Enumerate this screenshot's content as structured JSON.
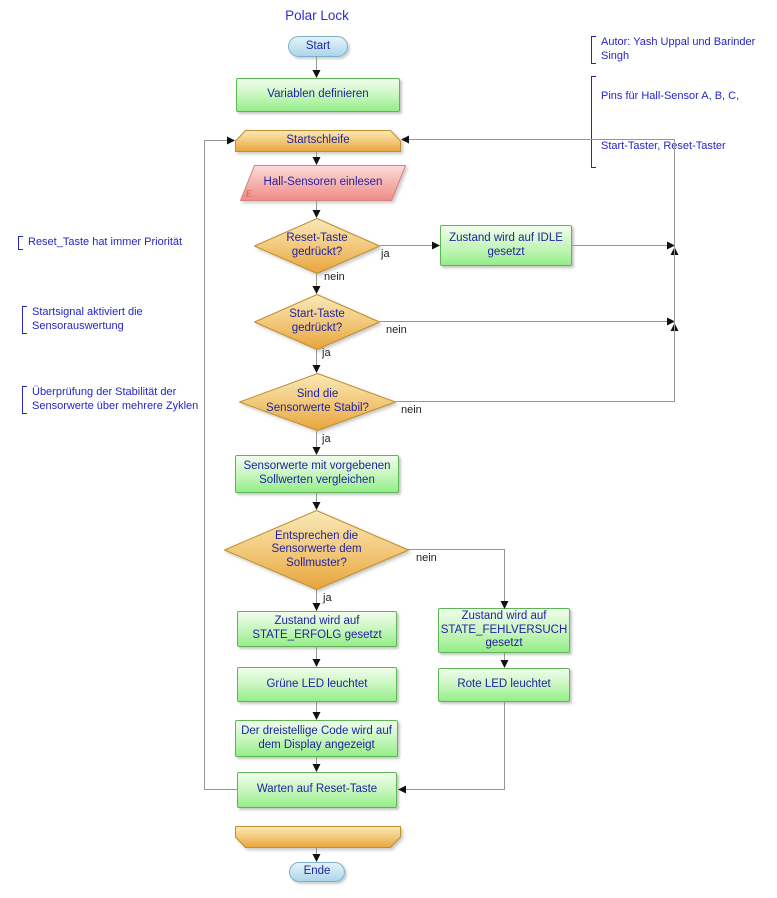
{
  "title": "Polar Lock",
  "nodes": {
    "start": "Start",
    "variablen": "Variablen definieren",
    "startschleife": "Startschleife",
    "hall": "Hall-Sensoren einlesen",
    "hall_marker": "E",
    "reset_q": "Reset-Taste\ngedrückt?",
    "idle": "Zustand wird auf IDLE\ngesetzt",
    "start_q": "Start-Taste\ngedrückt?",
    "stabil_q": "Sind die\nSensorwerte Stabil?",
    "vergleich": "Sensorwerte mit vorgebenen\nSollwerten vergleichen",
    "entsprechen_q": "Entsprechen die\nSensorwerte dem\nSollmuster?",
    "erfolg": "Zustand wird auf\nSTATE_ERFOLG gesetzt",
    "fehlversuch": "Zustand wird auf\nSTATE_FEHLVERSUCH\ngesetzt",
    "gruene_led": "Grüne LED leuchtet",
    "rote_led": "Rote LED leuchtet",
    "display": "Der dreistellige Code wird auf\ndem Display angezeigt",
    "warten": "Warten auf Reset-Taste",
    "ende": "Ende"
  },
  "labels": {
    "ja": "ja",
    "nein": "nein"
  },
  "annotations": {
    "left": [
      "Reset_Taste hat immer Priorität",
      "Startsignal aktiviert die\nSensorauswertung",
      "Überprüfung der Stabilität der\nSensorwerte über mehrere Zyklen"
    ],
    "author": "Autor: Yash Uppal und Barinder\nSingh",
    "pins_line1": "Pins für Hall-Sensor A, B, C,",
    "pins_line2": "Start-Taster, Reset-Taster"
  },
  "colors": {
    "process_fill": "#94ed88",
    "decision_fill": "#e8a53c",
    "terminal_fill": "#aad5ea",
    "input_fill": "#f08a86",
    "node_text": "#2323a0",
    "annotation_text": "#2525c8",
    "line": "#969696"
  }
}
